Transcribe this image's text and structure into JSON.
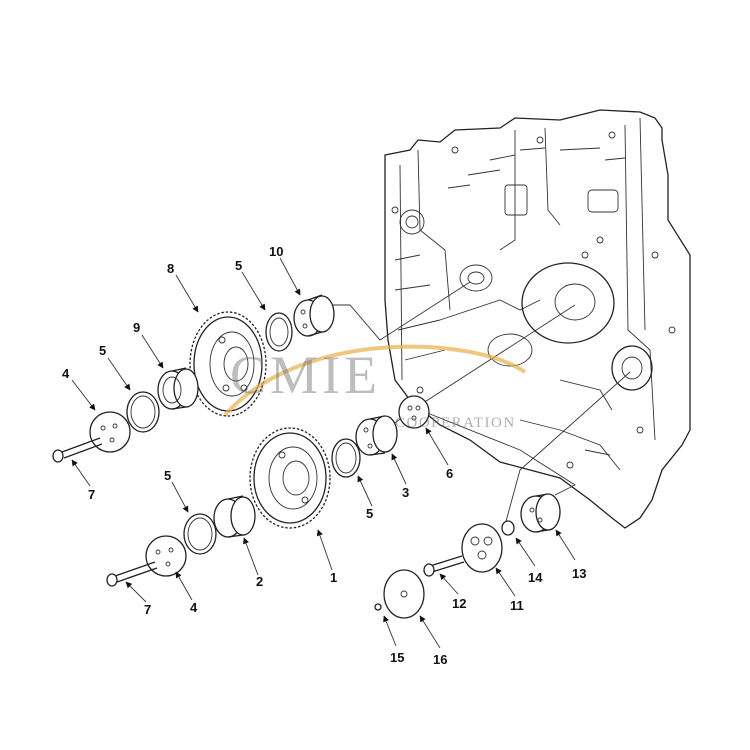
{
  "callouts": {
    "c1": "1",
    "c2": "2",
    "c3": "3",
    "c4a": "4",
    "c4b": "4",
    "c5a": "5",
    "c5b": "5",
    "c5c": "5",
    "c5d": "5",
    "c6": "6",
    "c7a": "7",
    "c7b": "7",
    "c8": "8",
    "c9": "9",
    "c10": "10",
    "c11": "11",
    "c12": "12",
    "c13": "13",
    "c14": "14",
    "c15": "15",
    "c16": "16"
  },
  "watermark": {
    "main": "CMIE",
    "sub": "COOPERATION",
    "swoosh_color": "#e8b04a",
    "text_color": "#6e6e6e"
  },
  "colors": {
    "line": "#222222",
    "background": "#ffffff"
  }
}
